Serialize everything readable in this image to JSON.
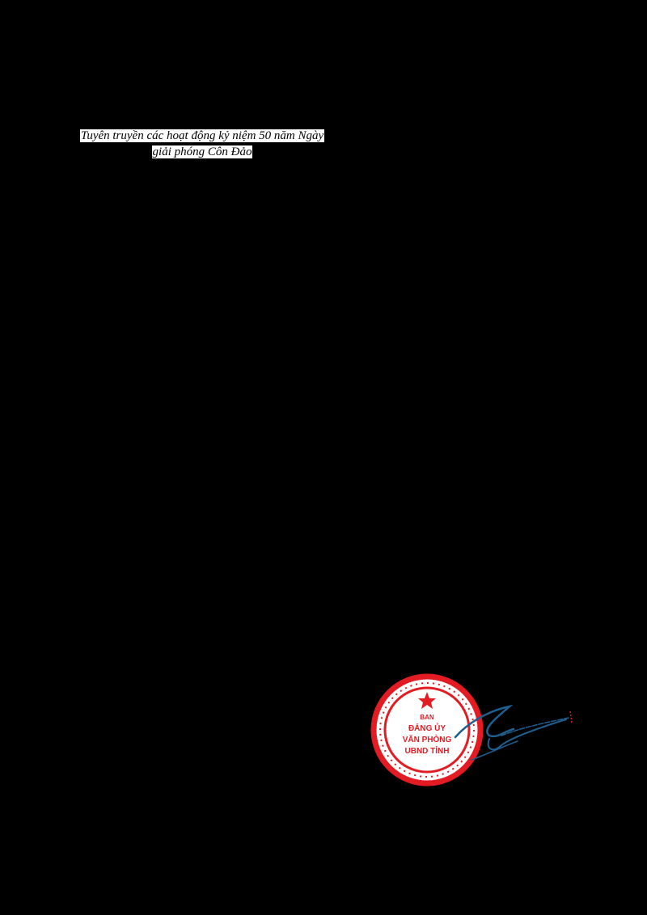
{
  "document": {
    "subject_line_1": "Tuyên truyền các hoạt động kỷ niệm 50 năm Ngày",
    "subject_line_2": "giải phóng Côn Đảo"
  },
  "seal": {
    "type": "official-seal-with-signature",
    "color": "#e31b23",
    "signature_color": "#1f5f8f",
    "line_1": "BAN",
    "line_2": "ĐẢNG ỦY",
    "line_3": "VĂN PHÒNG",
    "line_4": "UBND TỈNH"
  },
  "colors": {
    "background": "#000000",
    "text_highlight": "#ffffff",
    "text": "#000000"
  }
}
